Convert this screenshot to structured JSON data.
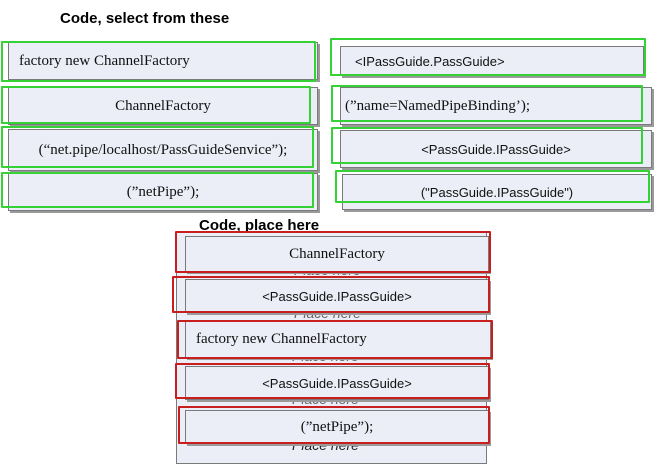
{
  "headings": {
    "source": "Code, select from these",
    "target": "Code, place here"
  },
  "source_items": [
    {
      "text": "factory new ChannelFactory"
    },
    {
      "text": "ChannelFactory"
    },
    {
      "text": "(“net.pipe/localhost/PassGuideSenvice”);"
    },
    {
      "text": "(”netPipe”);"
    },
    {
      "text": "<IPassGuide.PassGuide>"
    },
    {
      "text": "(”name=NamedPipeBinding’);"
    },
    {
      "text": "<PassGuide.IPassGuide>"
    },
    {
      "text": "(\"PassGuide.IPassGuide\")"
    }
  ],
  "placeholder": "Place here",
  "placed_items": [
    {
      "text": "ChannelFactory"
    },
    {
      "text": "<PassGuide.IPassGuide>"
    },
    {
      "text": "factory new ChannelFactory"
    },
    {
      "text": "<PassGuide.IPassGuide>"
    },
    {
      "text": "(”netPipe”);"
    }
  ],
  "colors": {
    "tile": "#ebeef6",
    "select_highlight": "#35d235",
    "placed_highlight": "#c81e1e"
  }
}
